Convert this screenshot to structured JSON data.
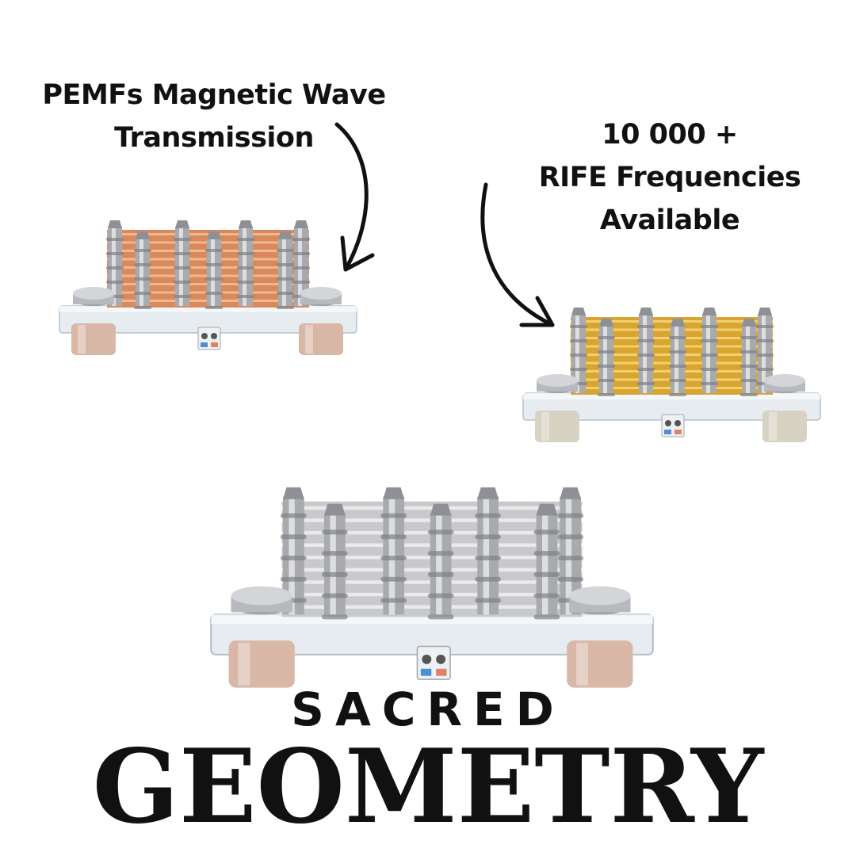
{
  "callouts": {
    "pemf": {
      "line1": "PEMFs Magnetic Wave",
      "line2": "Transmission"
    },
    "rife": {
      "line1": "10 000 +",
      "line2": "RIFE Frequencies",
      "line3": "Available"
    }
  },
  "devices": {
    "copper": {
      "coil_color": "#d98a5c",
      "coil_highlight": "#f3c09a",
      "leg_color": "#d9b7a6"
    },
    "gold": {
      "coil_color": "#d9a531",
      "coil_highlight": "#f6d77a",
      "leg_color": "#d8d2c2"
    },
    "silver": {
      "coil_color": "#c9c9cc",
      "coil_highlight": "#f0f0f2",
      "leg_color": "#d9b8a8"
    }
  },
  "brand": {
    "sacred": "SACRED",
    "geometry": "GEOMETRY"
  },
  "colors": {
    "text": "#111111",
    "background": "#ffffff"
  }
}
